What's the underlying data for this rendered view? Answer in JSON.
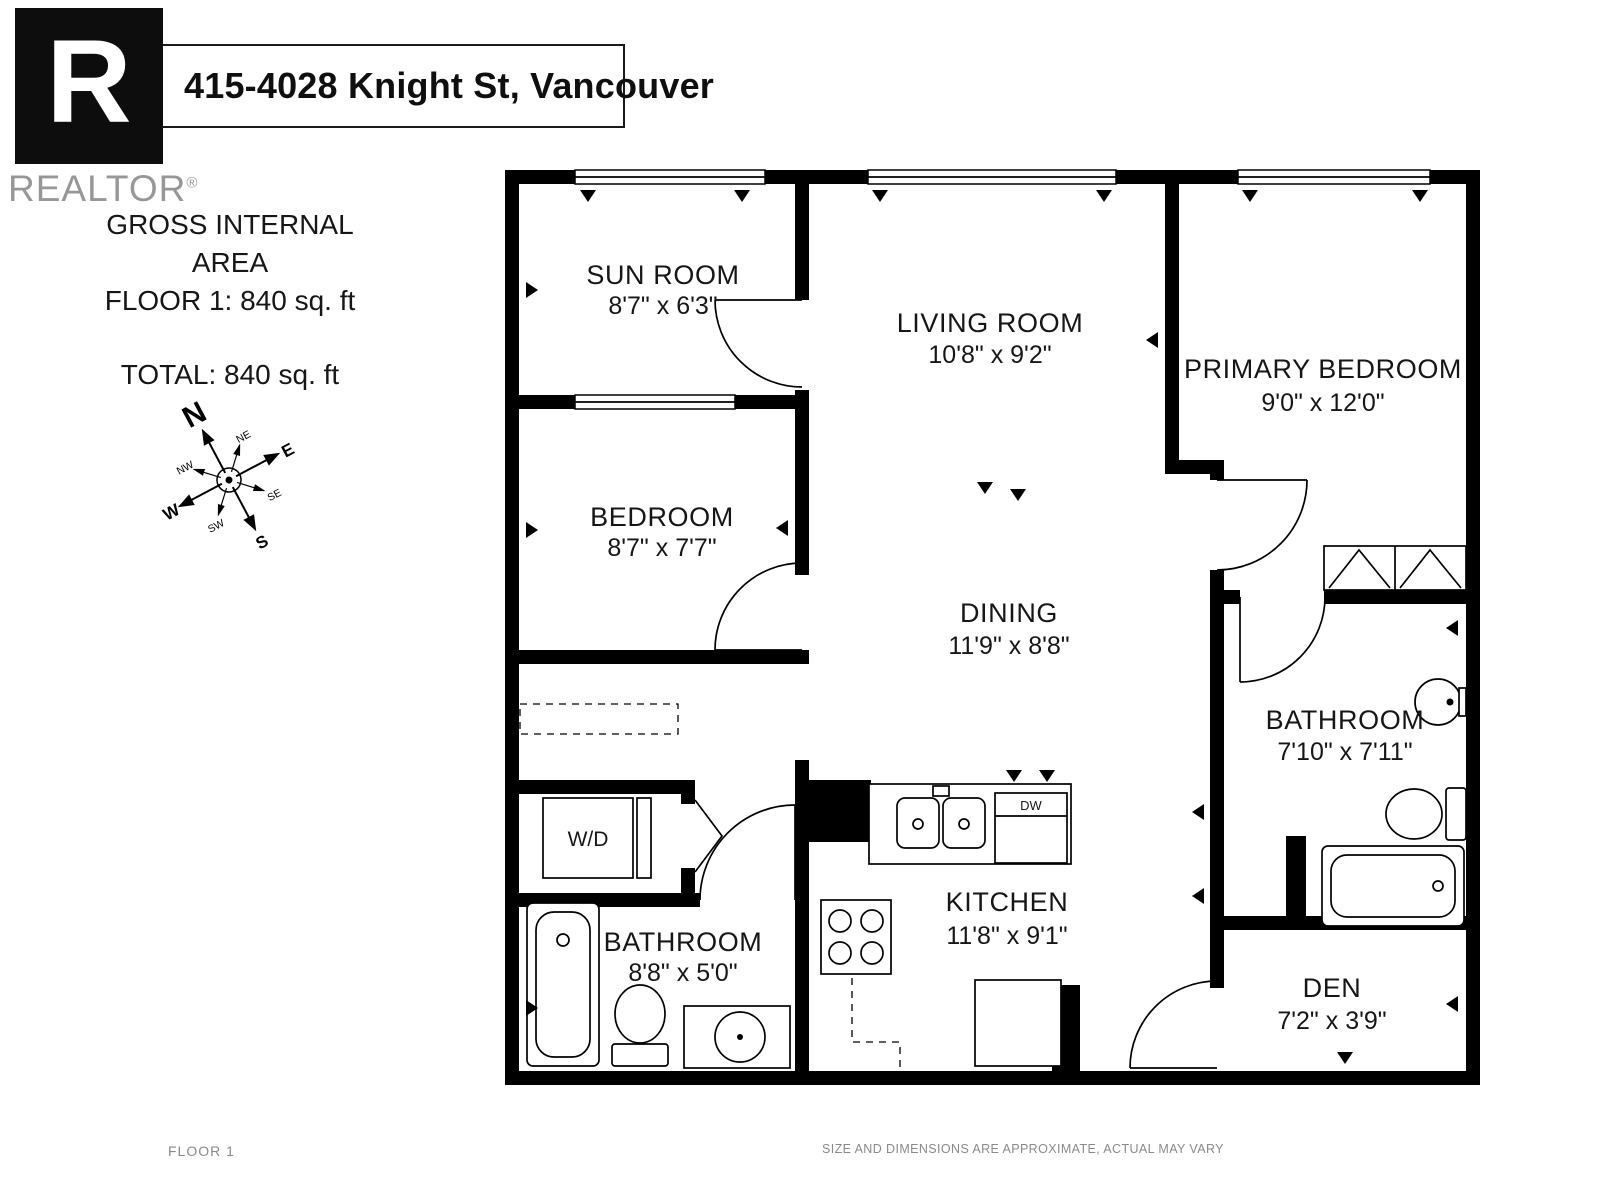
{
  "header": {
    "logo_letter": "R",
    "brand": "REALTOR",
    "registered": "®",
    "title": "415-4028 Knight St, Vancouver"
  },
  "area_summary": {
    "gross_label": "GROSS INTERNAL AREA",
    "floor_line": "FLOOR 1: 840 sq. ft",
    "total_line": "TOTAL: 840 sq. ft"
  },
  "compass": {
    "cardinal": [
      "N",
      "E",
      "S",
      "W"
    ],
    "intercardinal": [
      "NE",
      "SE",
      "SW",
      "NW"
    ]
  },
  "rooms": {
    "sun_room": {
      "name": "SUN ROOM",
      "dims": "8'7\" x 6'3\""
    },
    "living_room": {
      "name": "LIVING ROOM",
      "dims": "10'8\" x 9'2\""
    },
    "primary_bedroom": {
      "name": "PRIMARY BEDROOM",
      "dims": "9'0\" x 12'0\""
    },
    "bedroom": {
      "name": "BEDROOM",
      "dims": "8'7\" x 7'7\""
    },
    "dining": {
      "name": "DINING",
      "dims": "11'9\" x 8'8\""
    },
    "bathroom_ensuite": {
      "name": "BATHROOM",
      "dims": "7'10\" x 7'11\""
    },
    "bathroom_main": {
      "name": "BATHROOM",
      "dims": "8'8\" x 5'0\""
    },
    "kitchen": {
      "name": "KITCHEN",
      "dims": "11'8\" x 9'1\""
    },
    "den": {
      "name": "DEN",
      "dims": "7'2\" x 3'9\""
    }
  },
  "appliances": {
    "washer_dryer": "W/D",
    "dishwasher": "DW"
  },
  "footer": {
    "floor_label": "FLOOR 1",
    "disclaimer": "SIZE AND DIMENSIONS ARE APPROXIMATE, ACTUAL MAY VARY"
  },
  "colors": {
    "wall": "#000000",
    "text": "#161616",
    "muted": "#8a8a8a"
  }
}
